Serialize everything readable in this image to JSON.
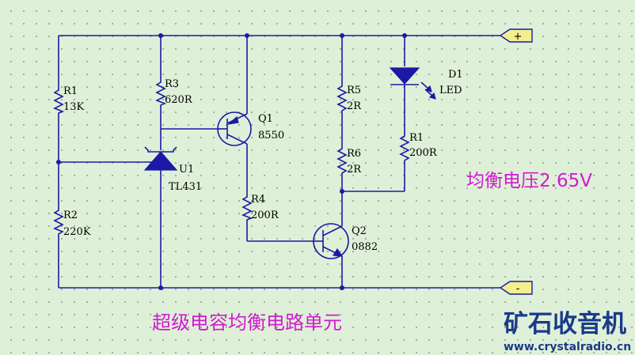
{
  "diagram": {
    "components": {
      "r1_top": {
        "ref": "R1",
        "value": "13K"
      },
      "r2": {
        "ref": "R2",
        "value": "220K"
      },
      "r3": {
        "ref": "R3",
        "value": "620R"
      },
      "u1": {
        "ref": "U1",
        "value": "TL431"
      },
      "q1": {
        "ref": "Q1",
        "value": "8550"
      },
      "r4": {
        "ref": "R4",
        "value": "200R"
      },
      "r5": {
        "ref": "R5",
        "value": "2R"
      },
      "r6": {
        "ref": "R6",
        "value": "2R"
      },
      "q2": {
        "ref": "Q2",
        "value": "0882"
      },
      "d1": {
        "ref": "D1",
        "value": "LED"
      },
      "r1_led": {
        "ref": "R1",
        "value": "200R"
      }
    },
    "ports": {
      "positive": "+",
      "negative": "-"
    },
    "annotation_voltage": "均衡电压2.65V",
    "caption": "超级电容均衡电路单元"
  },
  "watermark": {
    "title": "矿石收音机",
    "url": "www.crystalradio.cn"
  },
  "colors": {
    "background": "#dff0d8",
    "wire": "#1a1aa6",
    "annotation": "#d11ad1",
    "port_fill": "#f3ef8f"
  }
}
